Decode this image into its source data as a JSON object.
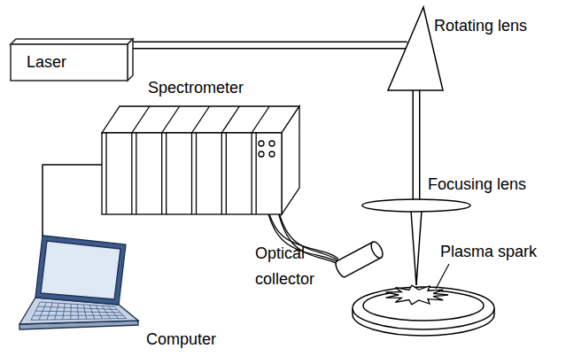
{
  "diagram": {
    "nodes": [
      {
        "text": [
          "Laser"
        ]
      },
      {
        "text": [
          "Rotating lens"
        ]
      },
      {
        "text": [
          "Spectrometer"
        ]
      },
      {
        "text": [
          "Focusing lens"
        ]
      },
      {
        "text": [
          "Optical collector"
        ]
      },
      {
        "text": [
          "Computer"
        ]
      }
    ],
    "edges": [
      {
        "from": 0,
        "to": 1,
        "arrow": "none"
      },
      {
        "from": 1,
        "to": 3,
        "arrow": "none"
      },
      {
        "from": 2,
        "to": 4,
        "arrow": "none"
      },
      {
        "from": 2,
        "to": 5,
        "arrow": "none"
      }
    ],
    "labels": [
      "Plasma spark"
    ]
  }
}
